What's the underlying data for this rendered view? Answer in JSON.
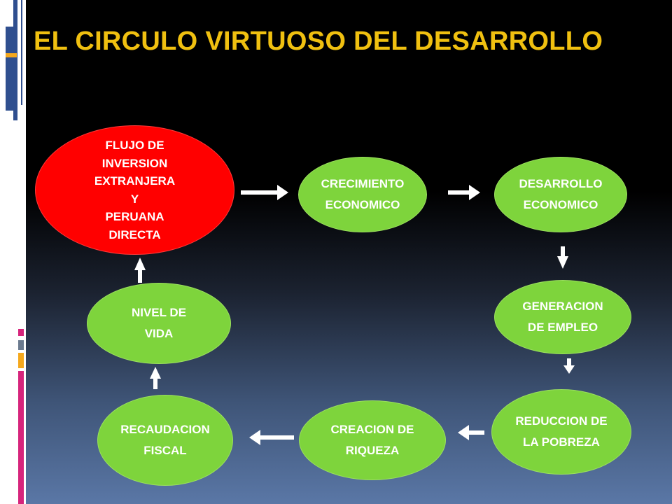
{
  "title": "EL CIRCULO VIRTUOSO DEL DESARROLLO",
  "colors": {
    "title": "#f0c010",
    "node_green": "#7ed43c",
    "node_red": "#ff0000",
    "arrow": "#ffffff",
    "deco_blue": "#2f4f8f",
    "deco_pink": "#d6247c",
    "deco_orange": "#f5a81c",
    "deco_gray": "#6b7a8f"
  },
  "nodes": {
    "flujo": "FLUJO DE\nINVERSION\nEXTRANJERA\nY\nPERUANA\nDIRECTA",
    "crecimiento": "CRECIMIENTO\nECONOMICO",
    "desarrollo": "DESARROLLO\nECONOMICO",
    "generacion": "GENERACION\nDE EMPLEO",
    "reduccion": "REDUCCION DE\nLA POBREZA",
    "creacion": "CREACION DE\nRIQUEZA",
    "recaudacion": "RECAUDACION\nFISCAL",
    "nivel": "NIVEL DE\nVIDA"
  },
  "arrows": [
    {
      "from": "flujo",
      "to": "crecimiento",
      "direction": "right"
    },
    {
      "from": "crecimiento",
      "to": "desarrollo",
      "direction": "right"
    },
    {
      "from": "desarrollo",
      "to": "generacion",
      "direction": "down"
    },
    {
      "from": "generacion",
      "to": "reduccion",
      "direction": "down"
    },
    {
      "from": "reduccion",
      "to": "creacion",
      "direction": "left"
    },
    {
      "from": "creacion",
      "to": "recaudacion",
      "direction": "left"
    },
    {
      "from": "recaudacion",
      "to": "nivel",
      "direction": "up"
    },
    {
      "from": "nivel",
      "to": "flujo",
      "direction": "up"
    }
  ]
}
